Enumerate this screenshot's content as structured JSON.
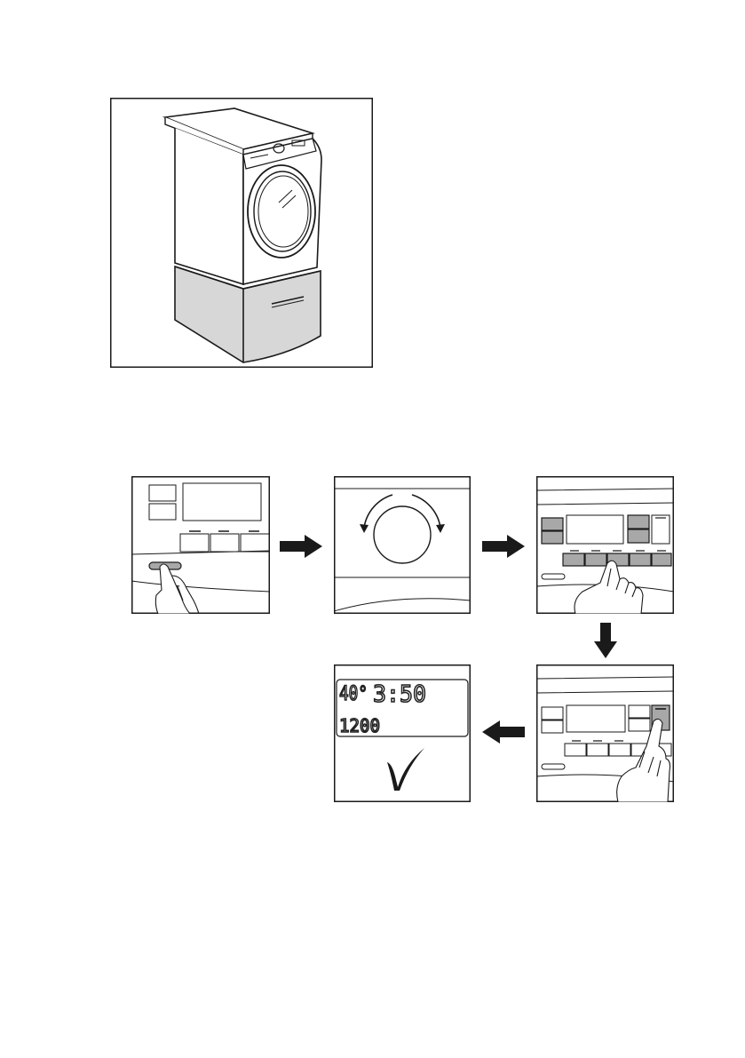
{
  "steps": {
    "display": {
      "temperature": "40°",
      "time": "3:50",
      "spin_speed": "1200"
    }
  },
  "colors": {
    "stroke": "#1a1a1a",
    "pedestal_fill": "#d7d7d7",
    "highlight_fill": "#a8a8a8",
    "arrow": "#1a1a1a"
  },
  "icons": {
    "confirm": "checkmark-icon",
    "rotate": "rotate-arrows-icon",
    "next": "arrow-right-icon"
  }
}
